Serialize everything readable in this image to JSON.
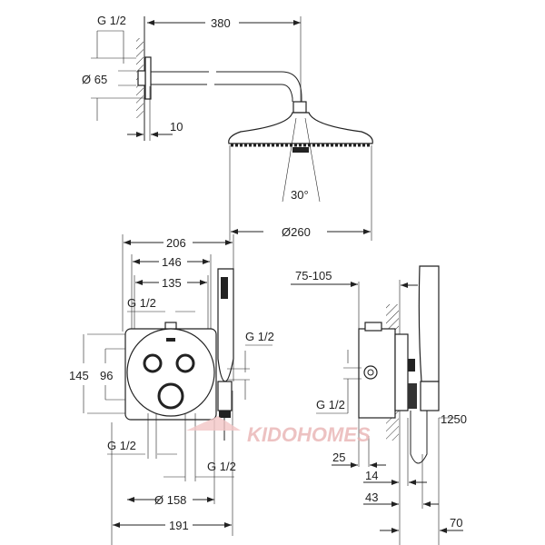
{
  "top_view": {
    "thread_label": "G 1/2",
    "flange_diameter": "Ø 65",
    "arm_length": "380",
    "wall_offset": "10",
    "spray_angle": "30°",
    "head_diameter": "Ø260"
  },
  "front_view": {
    "width_overall": "206",
    "width_146": "146",
    "width_135": "135",
    "thread_top": "G 1/2",
    "thread_right": "G 1/2",
    "height_145": "145",
    "height_96": "96",
    "thread_bottom_left": "G 1/2",
    "thread_bottom_right": "G 1/2",
    "plate_diameter": "Ø 158",
    "width_191": "191"
  },
  "side_view": {
    "depth_range": "75-105",
    "thread": "G 1/2",
    "hose_length": "1250",
    "dim_25": "25",
    "dim_14": "14",
    "dim_43": "43",
    "dim_70": "70"
  },
  "watermark": "KIDOHOMES"
}
